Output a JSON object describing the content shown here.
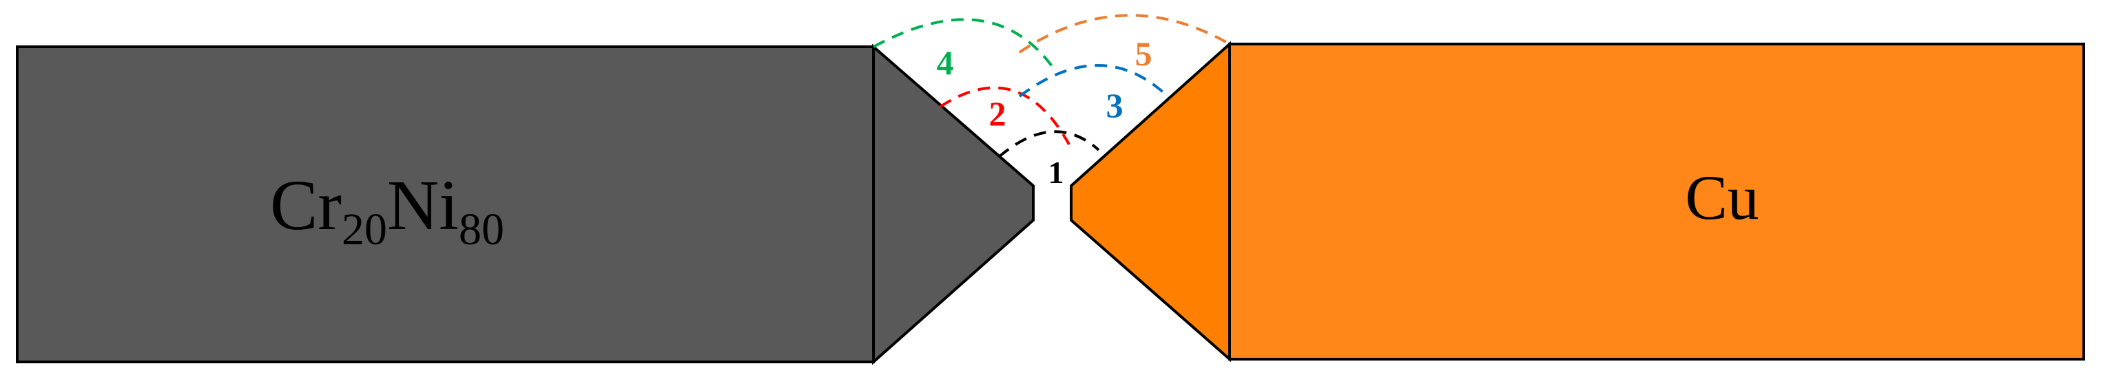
{
  "materials": {
    "left": {
      "base": "Cr",
      "sub1": "20",
      "mid": "Ni",
      "sub2": "80",
      "fill_color": "#595959"
    },
    "right": {
      "label": "Cu",
      "fill_color": "#FF8619",
      "tip_fill_color": "#FF7F00"
    }
  },
  "zones": [
    {
      "label": "1",
      "color": "#000000"
    },
    {
      "label": "2",
      "color": "#FF0000"
    },
    {
      "label": "3",
      "color": "#0070C0"
    },
    {
      "label": "4",
      "color": "#00B050"
    },
    {
      "label": "5",
      "color": "#ED7D31"
    }
  ],
  "outline_color": "#000000"
}
